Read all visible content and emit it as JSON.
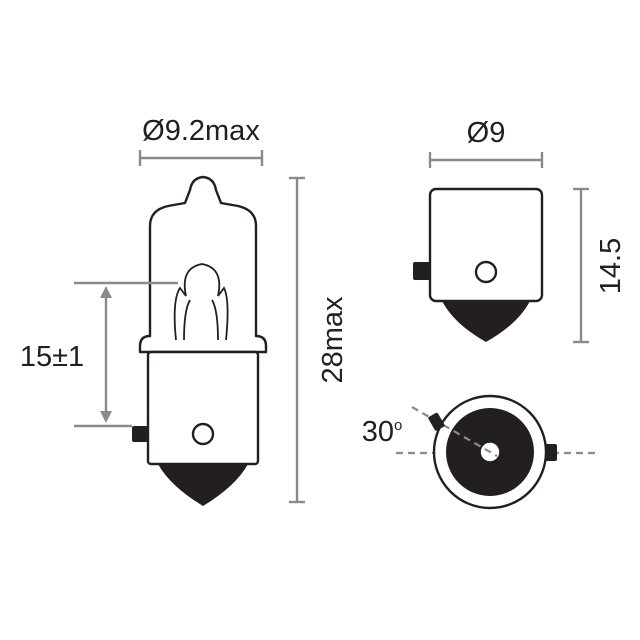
{
  "labels": {
    "diameter_max": "Ø9.2max",
    "length_max": "28max",
    "light_center": "15±1",
    "base_diameter": "Ø9",
    "base_height": "14.5",
    "pin_angle": "30",
    "pin_angle_unit": "o"
  },
  "colors": {
    "ink": "#231f20",
    "dimension_line": "#8a8a8a",
    "background": "#ffffff"
  }
}
